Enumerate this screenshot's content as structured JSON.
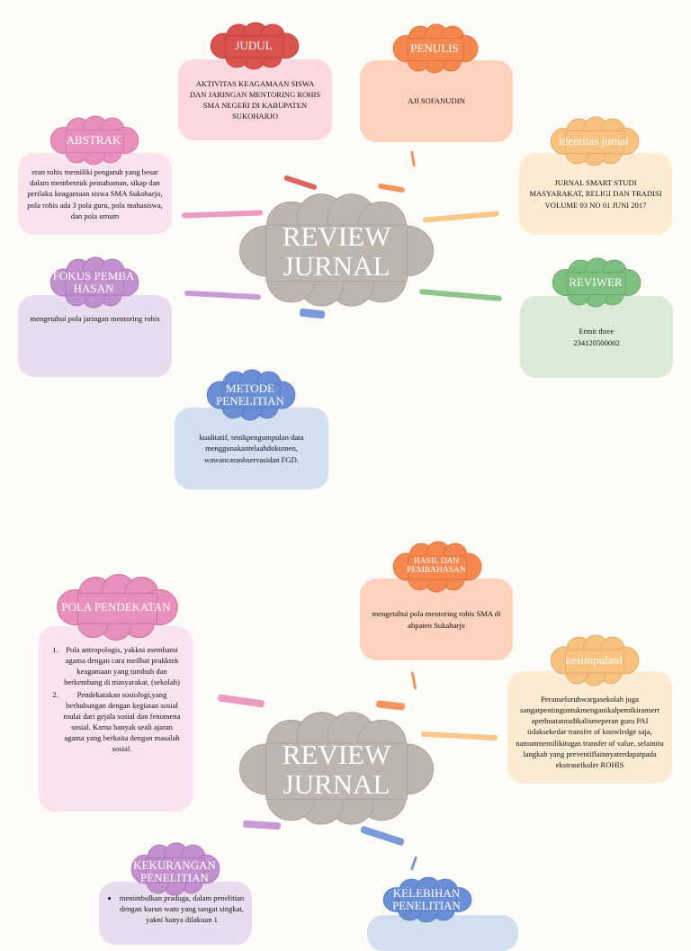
{
  "colors": {
    "red": "#d9534f",
    "orange": "#f5884f",
    "peach": "#f7c27e",
    "pink": "#e98fbb",
    "purple": "#c38fcf",
    "blue": "#6b8fd6",
    "green": "#7fbf7f",
    "gray": "#bdb6b0"
  },
  "map1": {
    "center_title": "REVIEW JURNAL",
    "judul": {
      "label": "JUDUL",
      "text": "AKTIVITAS KEAGAMAAN SISWA DAN JARINGAN MENTORING ROHIS SMA NEGERI DI KABUPATEN SUKOHARJO"
    },
    "penulis": {
      "label": "PENULIS",
      "text": "AJI SOFANUDIN"
    },
    "abstrak": {
      "label": "ABSTRAK",
      "text": "eran rohis memiliki pengaruh yang besar dalam membentuk pemahaman, sikap dan perilaku keagamaan siswa SMA Sukoharjo, pola rohis ada 3 pola guru, pola mahasiswa, dan pola umum"
    },
    "identitas": {
      "label": "identitas jurnal",
      "text": "JURNAL SMART STUDI MASYARAKAT, RELIGI DAN TRADISI VOLUME 03 NO 01 JUNI 2017"
    },
    "fokus": {
      "label": "FOKUS PEMBAHASAN",
      "text": "mengetahui pola jaringan mentoring rohis"
    },
    "reviewer": {
      "label": "REVIWER",
      "name": "Ermit three",
      "id": "234120500002"
    },
    "metode": {
      "label": "METODE PENELITIAN",
      "text": "kualitatif, tenikpengumpulan data menggunakantelaahdokumen, wawancaraobservasidan FGD."
    }
  },
  "map2": {
    "center_title": "REVIEW JURNAL",
    "hasil": {
      "label": "HASIL DAN PEMBAHASAN",
      "text": "mengetahui pola mentoring rohis SMA di abpaten Sukaharjo"
    },
    "pola": {
      "label": "POLA PENDEKATAN",
      "items": [
        "Pola antropologis, yakkni memhami agama dengan cara meilhat prakktek keagamaan yang tumbuh dan berkembang di masyarakat. (sekolah)",
        "Pendekatakan sosiologi,yang berhubungan dengan kegiatan sosial mulai dari gejala sosial dan fenomena sosial. Karna banyak seali ajaran agama yang berkaita dengan masalah sosial."
      ]
    },
    "kesimpulan": {
      "label": "kesimpulanl",
      "text": "Peranseluruhwargasekolah juga sangatpentinguntukmenganikalpemikiransert aperbuatanradikalismeperan guru PAI tidaksekedar transfer of knowledge saja, namunmemilikitugas transfer of value, selainitu langkah yang preventiflainnyaterdapatpada ekstraurikuler ROHIS"
    },
    "kekurangan": {
      "label": "KEKURANGAN PENELITIAN",
      "items": [
        "menimbulkan praduga, dalam penelitian dengan kurun watu yang sangat singkat, yakni hanya dilakuan 1"
      ]
    },
    "kelebihan": {
      "label": "KELEBIHAN PENELITIAN"
    }
  }
}
